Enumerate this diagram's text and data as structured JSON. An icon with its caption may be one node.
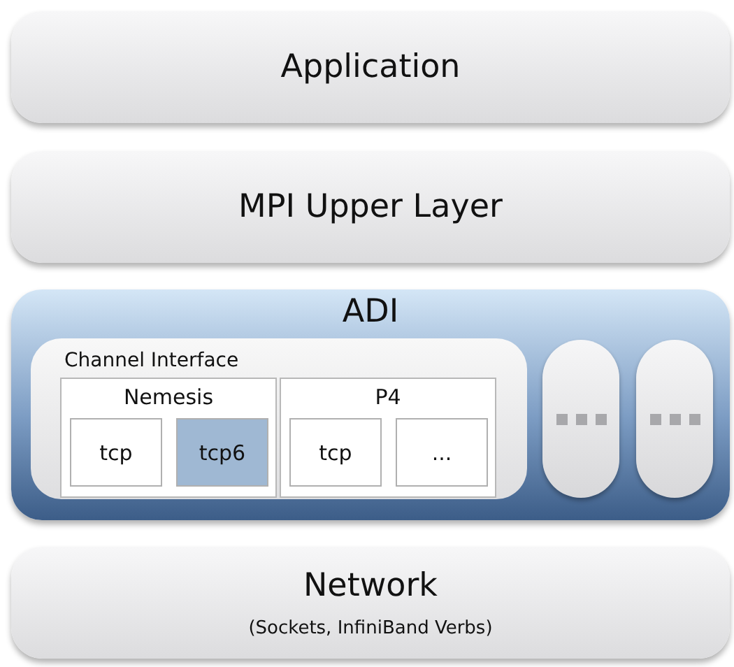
{
  "diagram": {
    "nodes": [
      {
        "text": [
          "Application"
        ]
      },
      {
        "text": [
          "MPI Upper Layer"
        ]
      },
      {
        "text": [
          "ADI"
        ]
      },
      {
        "text": [
          "Channel Interface"
        ],
        "in": 2
      },
      {
        "text": [
          "Nemesis"
        ],
        "in": 3
      },
      {
        "text": [
          "tcp"
        ],
        "in": 4
      },
      {
        "text": [
          "tcp6"
        ],
        "in": 4
      },
      {
        "text": [
          "P4"
        ],
        "in": 3
      },
      {
        "text": [
          "tcp"
        ],
        "in": 7
      },
      {
        "text": [
          "..."
        ],
        "in": 7
      },
      {
        "text": [],
        "shape": "box",
        "in": 2
      },
      {
        "text": [],
        "shape": "box",
        "in": 2
      },
      {
        "text": [
          "Network",
          "(Sockets, InfiniBand Verbs)"
        ]
      }
    ]
  }
}
